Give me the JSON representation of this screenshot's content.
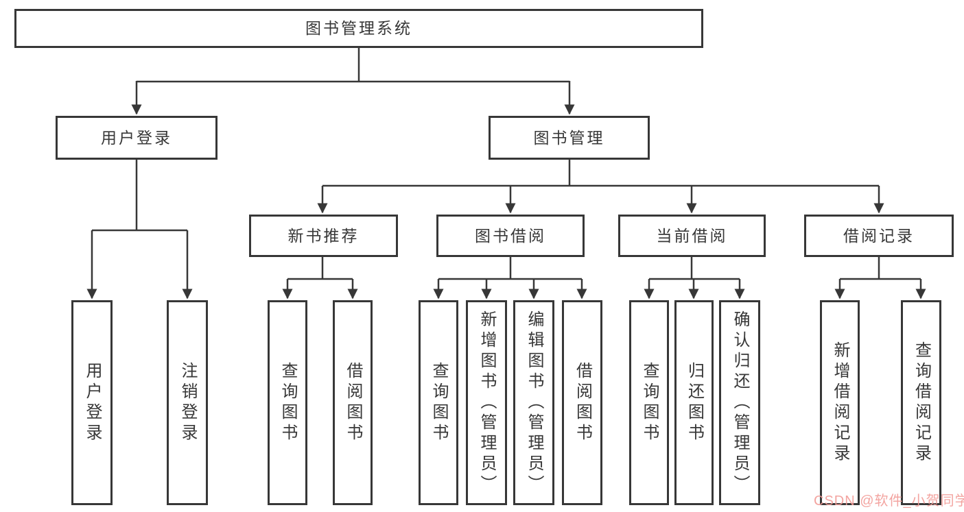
{
  "diagram": {
    "root": {
      "label": "图书管理系统"
    },
    "level2": [
      {
        "id": "user-login",
        "label": "用户登录"
      },
      {
        "id": "book-management",
        "label": "图书管理"
      }
    ],
    "level3": [
      {
        "id": "new-book-recommend",
        "parent": "book-management",
        "label": "新书推荐"
      },
      {
        "id": "book-borrow",
        "parent": "book-management",
        "label": "图书借阅"
      },
      {
        "id": "current-borrow",
        "parent": "book-management",
        "label": "当前借阅"
      },
      {
        "id": "borrow-records",
        "parent": "book-management",
        "label": "借阅记录"
      }
    ],
    "leaves": [
      {
        "parent": "user-login",
        "label": "用户登录"
      },
      {
        "parent": "user-login",
        "label": "注销登录"
      },
      {
        "parent": "new-book-recommend",
        "label": "查询图书"
      },
      {
        "parent": "new-book-recommend",
        "label": "借阅图书"
      },
      {
        "parent": "book-borrow",
        "label": "查询图书"
      },
      {
        "parent": "book-borrow",
        "label": "新增图书（管理员）"
      },
      {
        "parent": "book-borrow",
        "label": "编辑图书（管理员）"
      },
      {
        "parent": "book-borrow",
        "label": "借阅图书"
      },
      {
        "parent": "current-borrow",
        "label": "查询图书"
      },
      {
        "parent": "current-borrow",
        "label": "归还图书"
      },
      {
        "parent": "current-borrow",
        "label": "确认归还（管理员）"
      },
      {
        "parent": "borrow-records",
        "label": "新增借阅记录"
      },
      {
        "parent": "borrow-records",
        "label": "查询借阅记录"
      }
    ],
    "colors": {
      "line": "#373737",
      "box_border": "#373737",
      "text": "#373737",
      "background": "#ffffff",
      "watermark_pink": "#f29a96"
    }
  },
  "watermark": {
    "text": "CSDN @软件_小贺同学"
  }
}
